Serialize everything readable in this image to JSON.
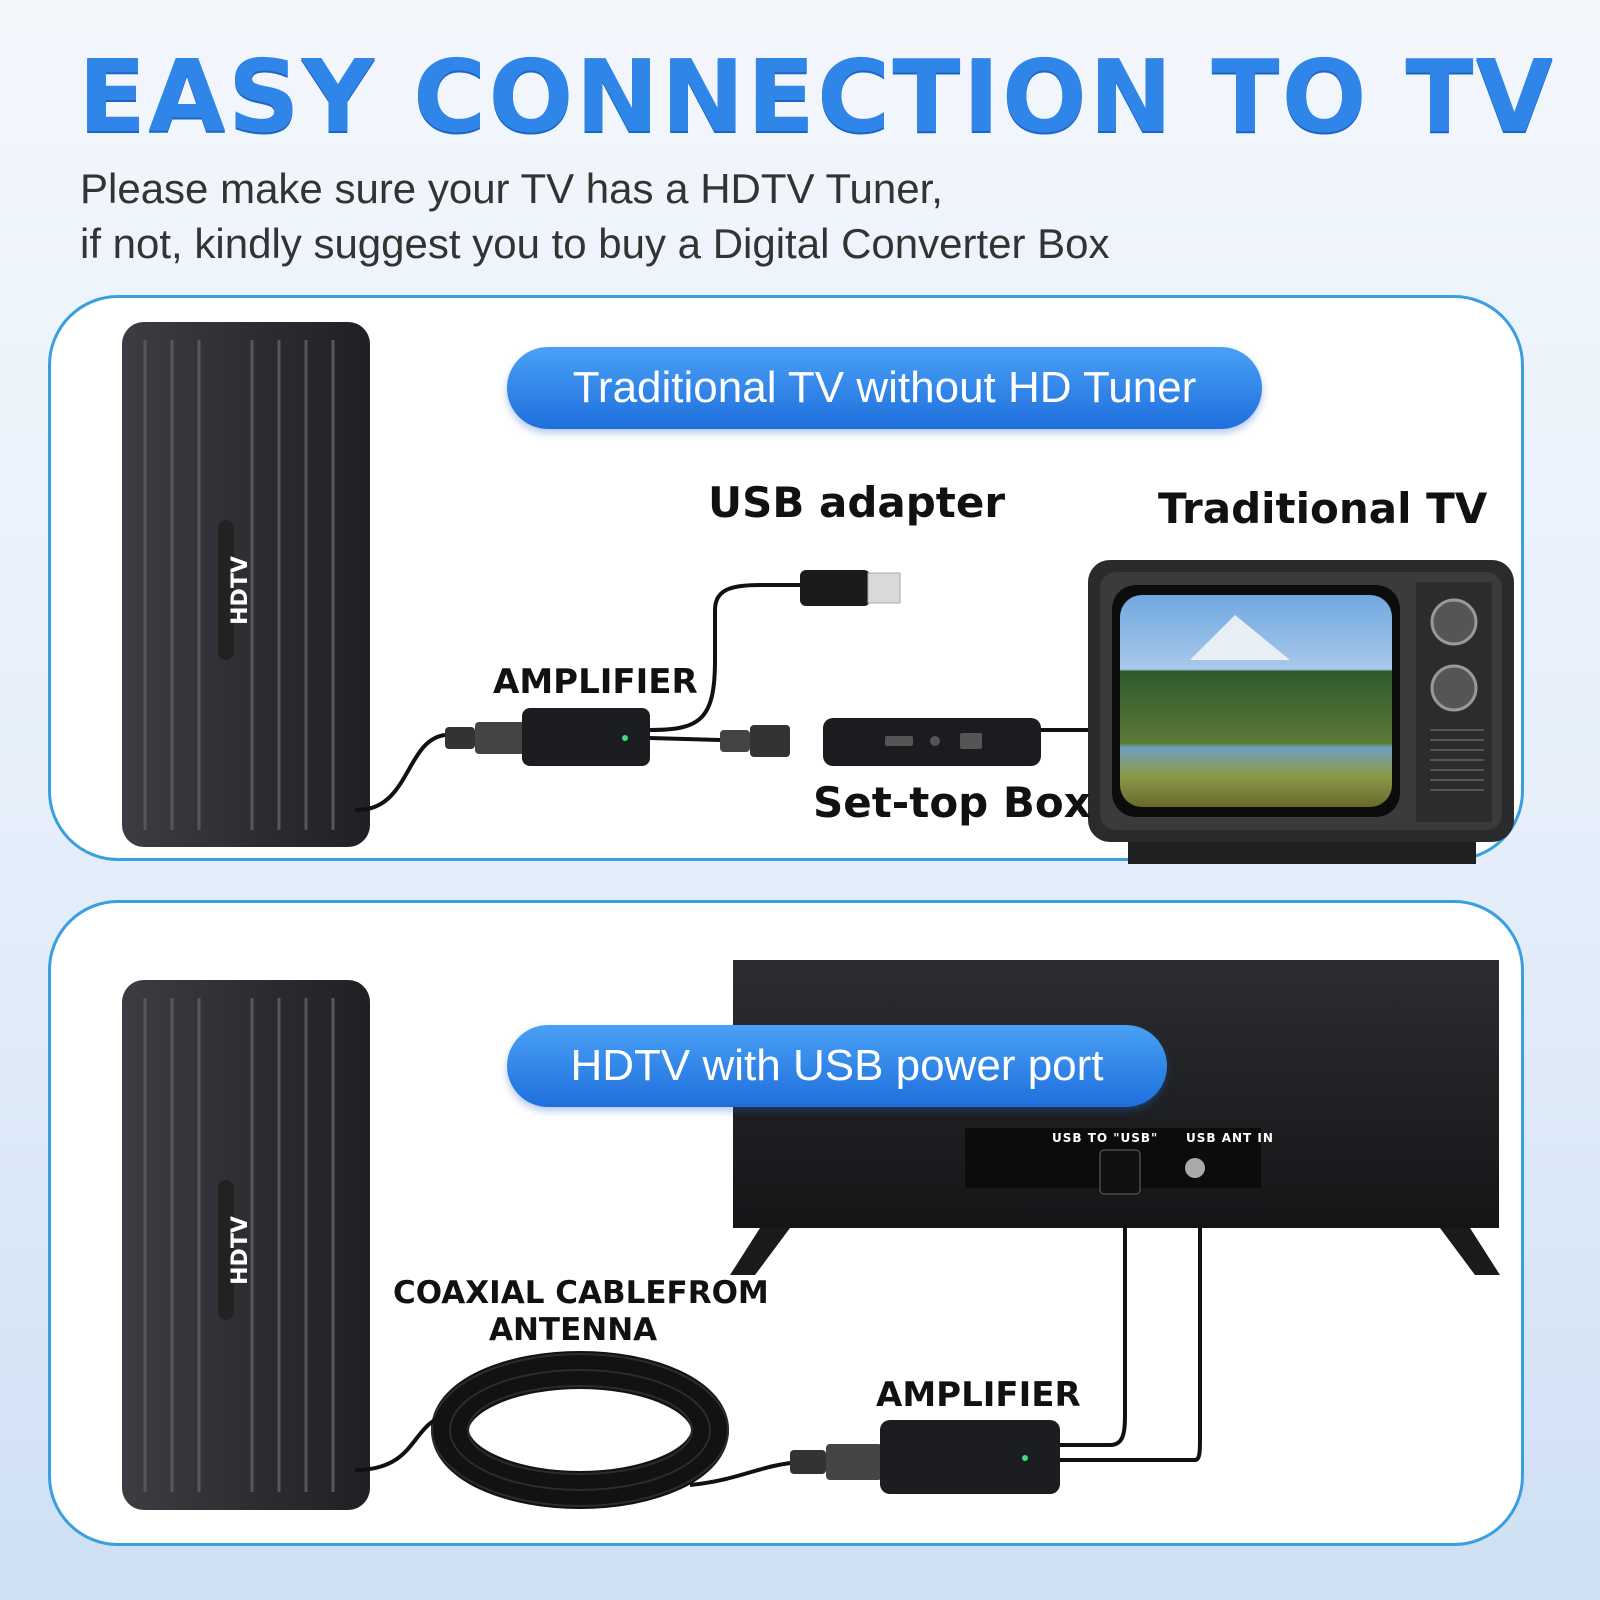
{
  "header": {
    "title": "EASY CONNECTION TO TV",
    "subtitle_line1": "Please make sure your TV has a HDTV Tuner,",
    "subtitle_line2": "if not, kindly suggest you to buy a Digital Converter Box"
  },
  "panel_top": {
    "pill": "Traditional TV without HD Tuner",
    "antenna_label": "HDTV",
    "labels": {
      "usb_adapter": "USB adapter",
      "traditional_tv": "Traditional TV",
      "amplifier": "AMPLIFIER",
      "settop_box": "Set-top Box"
    }
  },
  "panel_bottom": {
    "pill": "HDTV with USB power port",
    "antenna_label": "HDTV",
    "labels": {
      "coax_line1": "COAXIAL CABLEFROM",
      "coax_line2": "ANTENNA",
      "amplifier": "AMPLIFIER",
      "port_usb": "USB TO \"USB\"",
      "port_ant": "USB ANT IN"
    }
  },
  "colors": {
    "title_blue": "#2f86e8",
    "panel_border": "#3a9fe0",
    "pill_blue": "#1e6fdc"
  }
}
